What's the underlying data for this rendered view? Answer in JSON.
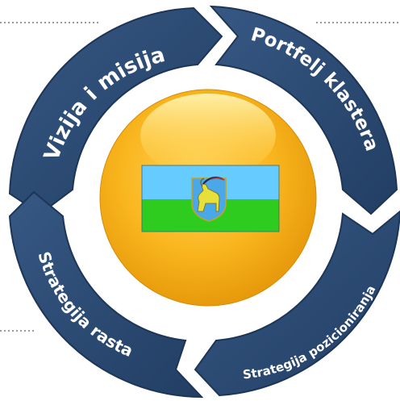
{
  "cycle": {
    "segments": [
      {
        "label": "Vizija i misija"
      },
      {
        "label": "Portfelj klastera"
      },
      {
        "label": "Strategija pozicioniranja"
      },
      {
        "label": "Strategija rasta"
      }
    ]
  },
  "colors": {
    "segment_fill": "#2b4a73",
    "segment_edge": "#1d3556",
    "text": "#ffffff",
    "center_orb": "#f9b51d",
    "flag_top": "#66ccff",
    "flag_bottom": "#2ecc1e",
    "dotted_line": "#9a9a9a"
  },
  "center": {
    "emblem": "goat-coat-of-arms-icon",
    "flag": "two-band-flag"
  }
}
